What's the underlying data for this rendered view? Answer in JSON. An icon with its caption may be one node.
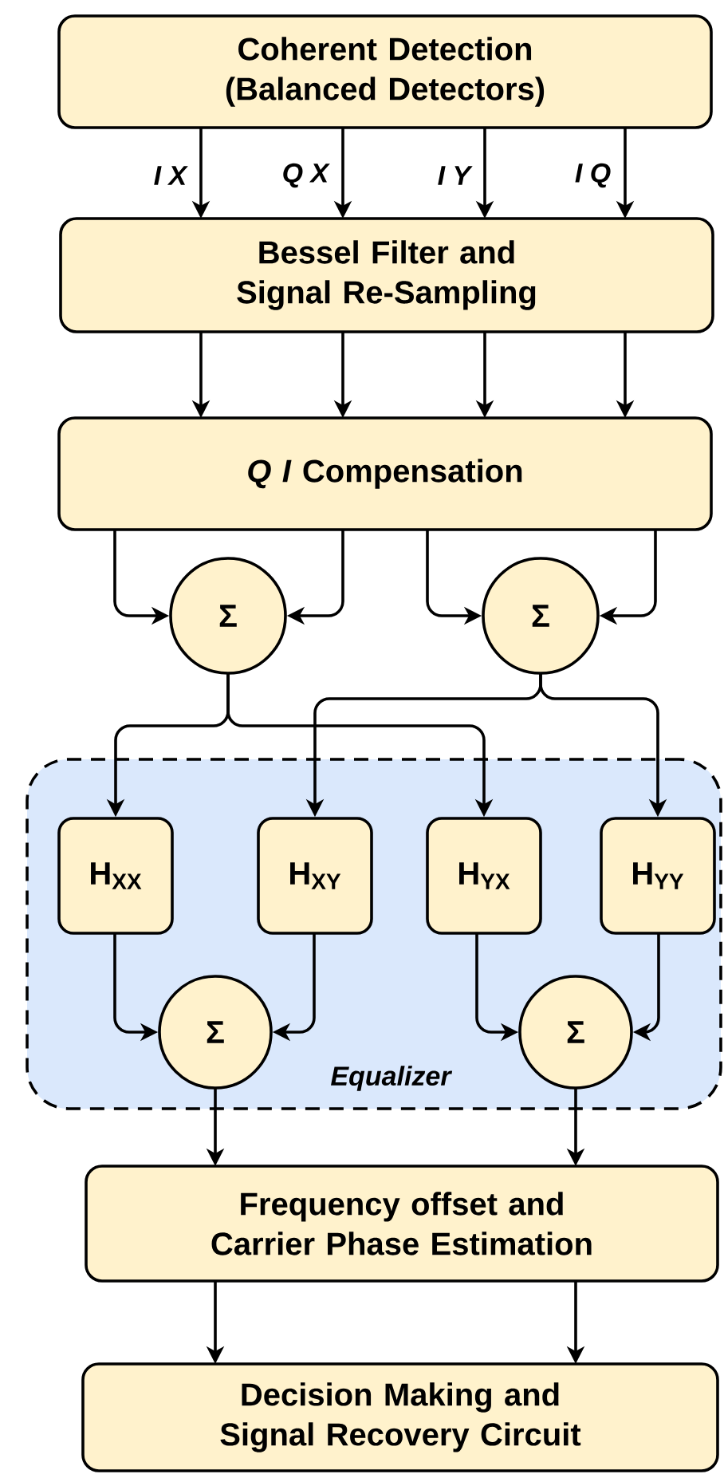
{
  "diagram": {
    "nodes": [
      {
        "text": [
          "Coherent Detection (Balanced Detectors)"
        ]
      },
      {
        "text": [
          "Bessel Filter and Signal Re-Sampling"
        ]
      },
      {
        "text": [
          "*Q I* Compensation"
        ]
      },
      {
        "text": [
          "Σ"
        ]
      },
      {
        "text": [
          "Σ"
        ]
      },
      {
        "text": [
          "Equalizer"
        ]
      },
      {
        "text": [
          "H$_{XX}$"
        ],
        "in": 5
      },
      {
        "text": [
          "H$_{XY}$"
        ],
        "in": 5
      },
      {
        "text": [
          "H$_{YX}$"
        ],
        "in": 5
      },
      {
        "text": [
          "H$_{YY}$"
        ],
        "in": 5
      },
      {
        "text": [
          "Σ"
        ],
        "in": 5
      },
      {
        "text": [
          "Σ"
        ],
        "in": 5
      },
      {
        "text": [
          "Frequency offset and Carrier Phase Estimation"
        ]
      },
      {
        "text": [
          "Decision Making and Signal Recovery Circuit"
        ]
      }
    ],
    "edges": [
      {
        "from": 0,
        "to": 1,
        "arrow": "to",
        "label": "I X"
      },
      {
        "from": 0,
        "to": 1,
        "arrow": "to",
        "label": "Q X"
      },
      {
        "from": 0,
        "to": 1,
        "arrow": "to",
        "label": "I Y"
      },
      {
        "from": 0,
        "to": 1,
        "arrow": "to",
        "label": "I Q"
      },
      {
        "from": 1,
        "to": 2,
        "arrow": "to"
      },
      {
        "from": 1,
        "to": 2,
        "arrow": "to"
      },
      {
        "from": 1,
        "to": 2,
        "arrow": "to"
      },
      {
        "from": 1,
        "to": 2,
        "arrow": "to"
      },
      {
        "from": 2,
        "to": 3,
        "arrow": "to"
      },
      {
        "from": 2,
        "to": 3,
        "arrow": "to"
      },
      {
        "from": 2,
        "to": 4,
        "arrow": "to"
      },
      {
        "from": 2,
        "to": 4,
        "arrow": "to"
      },
      {
        "from": 3,
        "to": 6,
        "arrow": "to"
      },
      {
        "from": 3,
        "to": 8,
        "arrow": "to"
      },
      {
        "from": 4,
        "to": 7,
        "arrow": "to"
      },
      {
        "from": 4,
        "to": 9,
        "arrow": "to"
      },
      {
        "from": 6,
        "to": 10,
        "arrow": "to"
      },
      {
        "from": 7,
        "to": 10,
        "arrow": "to"
      },
      {
        "from": 8,
        "to": 11,
        "arrow": "to"
      },
      {
        "from": 9,
        "to": 11,
        "arrow": "to"
      },
      {
        "from": 10,
        "to": 12,
        "arrow": "to"
      },
      {
        "from": 11,
        "to": 12,
        "arrow": "to"
      },
      {
        "from": 12,
        "to": 13,
        "arrow": "to"
      },
      {
        "from": 12,
        "to": 13,
        "arrow": "to"
      }
    ]
  }
}
